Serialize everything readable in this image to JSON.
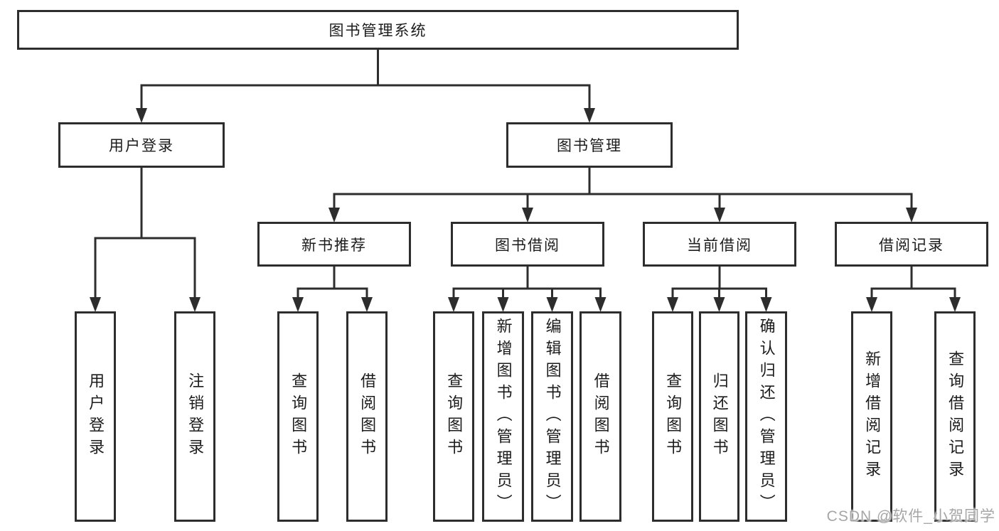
{
  "diagram_title": "图书管理系统",
  "watermark": "CSDN @软件_小贺同学",
  "colors": {
    "line": "#2d2d2d",
    "text": "#1c1c1c",
    "background": "#ffffff",
    "watermark": "#a6a6a6"
  },
  "nodes": [
    {
      "id": "root",
      "label": "图书管理系统",
      "parent": null
    },
    {
      "id": "user-login",
      "label": "用户登录",
      "parent": "root"
    },
    {
      "id": "book-mgmt",
      "label": "图书管理",
      "parent": "root"
    },
    {
      "id": "leaf-user-login",
      "label": "用户登录",
      "parent": "user-login"
    },
    {
      "id": "leaf-logout",
      "label": "注销登录",
      "parent": "user-login"
    },
    {
      "id": "new-book-rec",
      "label": "新书推荐",
      "parent": "book-mgmt"
    },
    {
      "id": "book-borrow",
      "label": "图书借阅",
      "parent": "book-mgmt"
    },
    {
      "id": "current-borrow",
      "label": "当前借阅",
      "parent": "book-mgmt"
    },
    {
      "id": "borrow-record",
      "label": "借阅记录",
      "parent": "book-mgmt"
    },
    {
      "id": "nbr-query-book",
      "label": "查询图书",
      "parent": "new-book-rec"
    },
    {
      "id": "nbr-borrow-book",
      "label": "借阅图书",
      "parent": "new-book-rec"
    },
    {
      "id": "bb-query-book",
      "label": "查询图书",
      "parent": "book-borrow"
    },
    {
      "id": "bb-add-book",
      "label": "新增图书（管理员）",
      "parent": "book-borrow"
    },
    {
      "id": "bb-edit-book",
      "label": "编辑图书（管理员）",
      "parent": "book-borrow"
    },
    {
      "id": "bb-borrow-book",
      "label": "借阅图书",
      "parent": "book-borrow"
    },
    {
      "id": "cb-query-book",
      "label": "查询图书",
      "parent": "current-borrow"
    },
    {
      "id": "cb-return-book",
      "label": "归还图书",
      "parent": "current-borrow"
    },
    {
      "id": "cb-confirm-return",
      "label": "确认归还（管理员）",
      "parent": "current-borrow"
    },
    {
      "id": "br-add-record",
      "label": "新增借阅记录",
      "parent": "borrow-record"
    },
    {
      "id": "br-query-record",
      "label": "查询借阅记录",
      "parent": "borrow-record"
    }
  ]
}
